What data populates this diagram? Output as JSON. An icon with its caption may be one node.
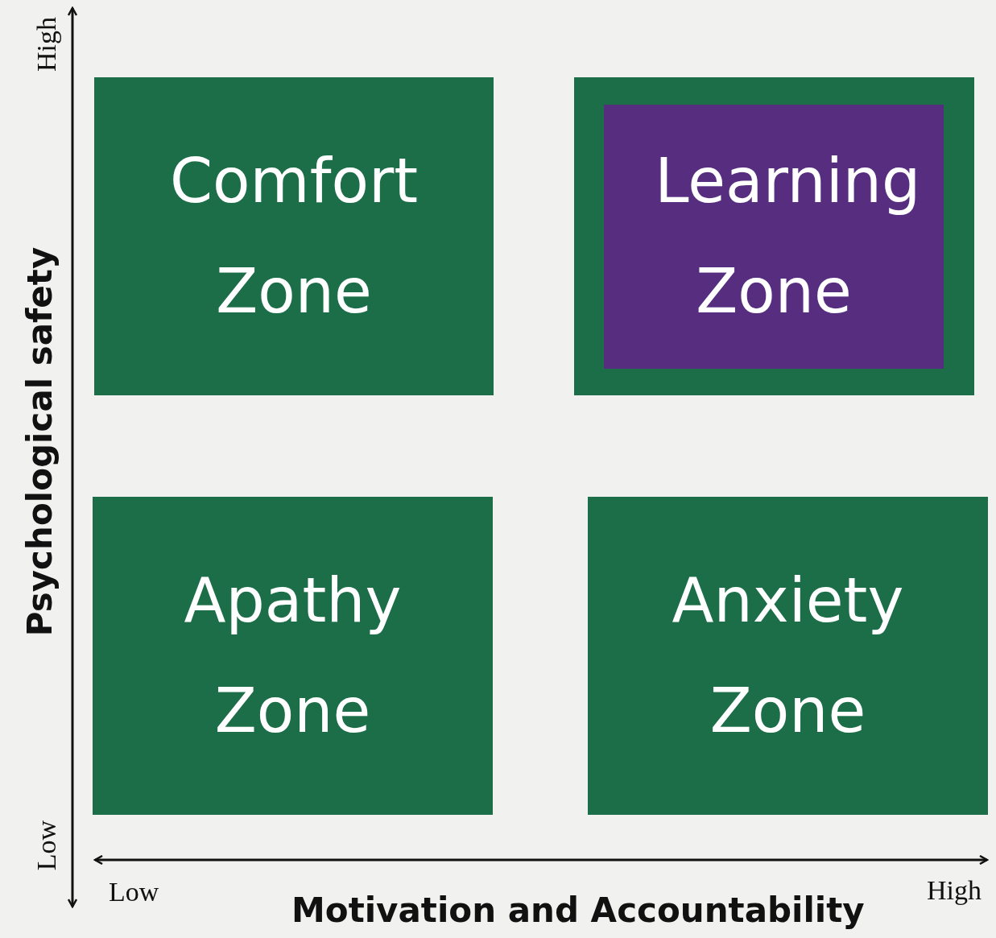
{
  "diagram": {
    "nodes": [
      {
        "text": [
          "Comfort Zone"
        ]
      },
      {
        "text": [],
        "shape": "box"
      },
      {
        "text": [
          "Learning Zone"
        ],
        "in": 1
      },
      {
        "text": [
          "Apathy Zone"
        ]
      },
      {
        "text": [
          "Anxiety Zone"
        ]
      }
    ],
    "labels": [
      "High",
      "Psychological safety",
      "Low",
      "Low",
      "Motivation and Accountability",
      "High"
    ]
  }
}
